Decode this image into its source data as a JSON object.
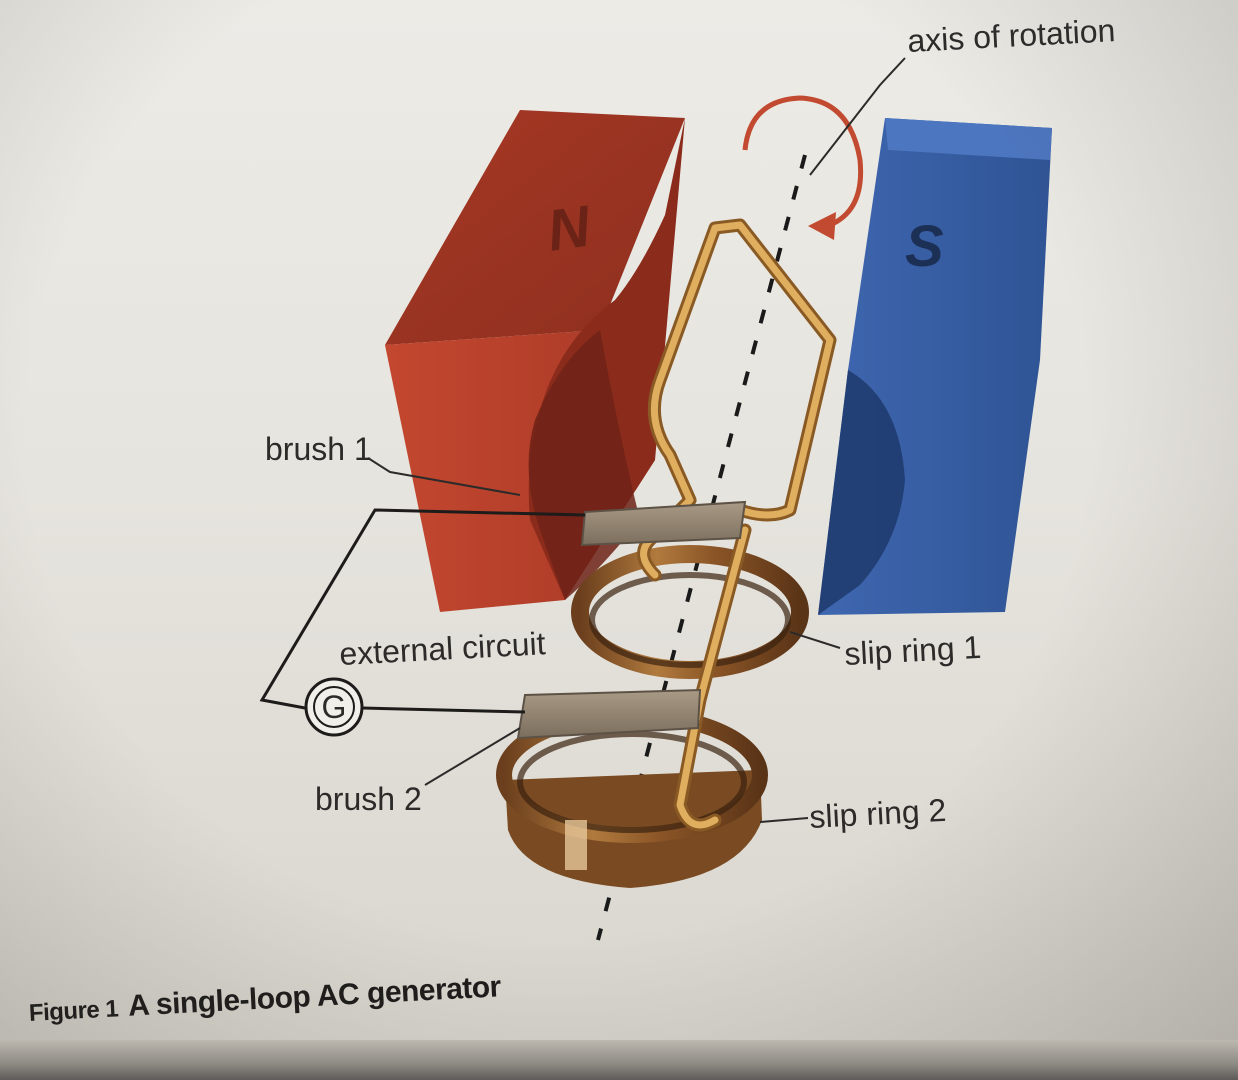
{
  "labels": {
    "axis": "axis of rotation",
    "north_pole": "N",
    "south_pole": "S",
    "brush_1": "brush 1",
    "brush_2": "brush 2",
    "external_circuit": "external circuit",
    "galvanometer": "G",
    "slip_ring_1": "slip ring 1",
    "slip_ring_2": "slip ring 2"
  },
  "caption": {
    "number": "Figure 1",
    "title": "A single-loop AC generator"
  },
  "colors": {
    "north_magnet": "#b5412c",
    "south_magnet": "#3a5fa6",
    "copper": "#a8743a",
    "wire_loop": "#d9a458",
    "text": "#2c2b2a"
  }
}
